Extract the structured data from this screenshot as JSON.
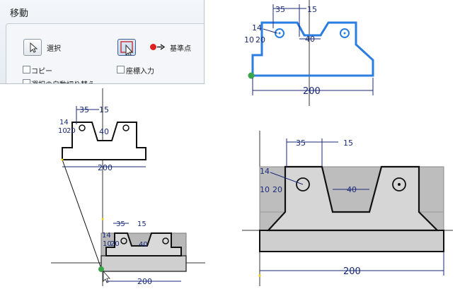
{
  "dialog": {
    "title": "移動",
    "select_label": "選択",
    "base_point_label": "基準点",
    "copy_label": "コピー",
    "coord_input_label": "座標入力",
    "truncated_option_label": "選択の自動切り替え"
  },
  "dims": {
    "d35": "35",
    "d15": "15",
    "d14": "14",
    "d10": "10",
    "d20": "20",
    "d40": "40",
    "d200": "200"
  },
  "colors": {
    "sketch_blue": "#2a7de1",
    "dimension_blue": "#1a2a7a",
    "body_gray": "#cfcfcf",
    "body_gray_dark": "#b5b5b5",
    "point_green": "#3aa64a",
    "point_yellow": "#f2d000",
    "marker_red": "#e02020"
  }
}
